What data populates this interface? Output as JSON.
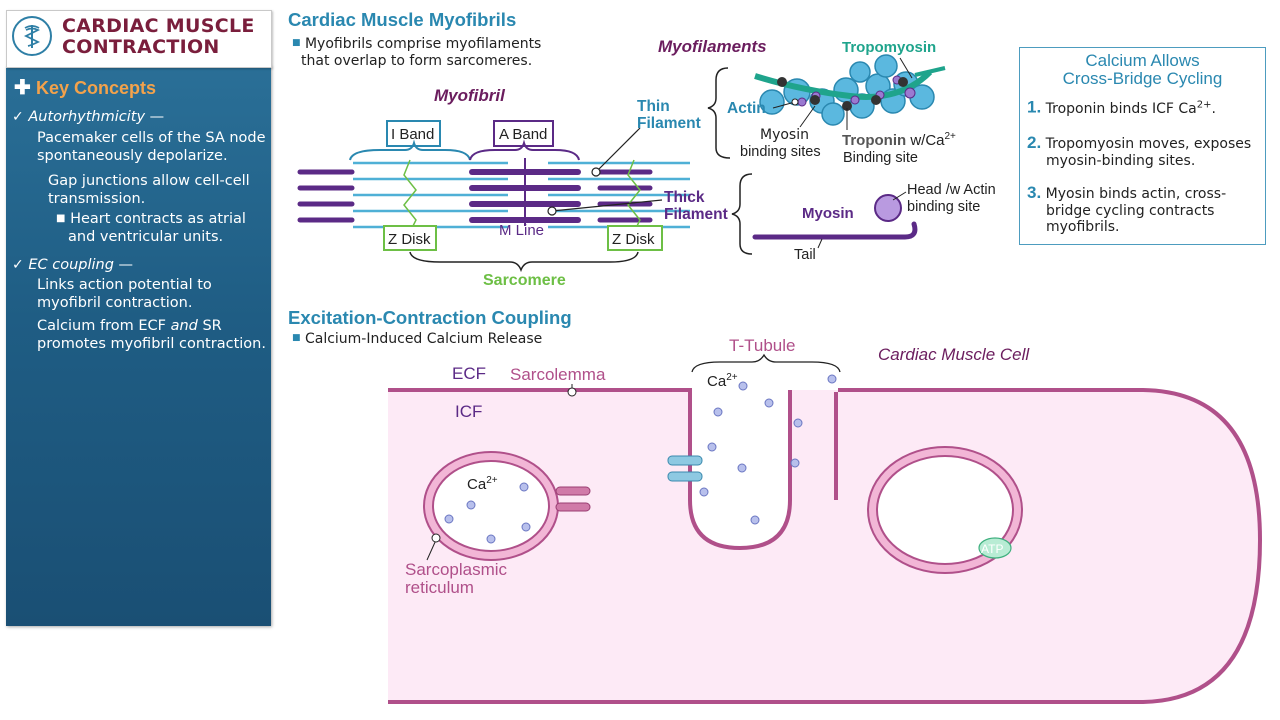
{
  "sidebar": {
    "title_line1": "CARDIAC MUSCLE",
    "title_line2": "CONTRACTION",
    "key_concepts": "Key Concepts",
    "auto_title": "Autorhythmicity",
    "auto_dash": " —",
    "auto_l1": "Pacemaker cells of the SA node",
    "auto_l2": "spontaneously depolarize.",
    "gap_l1": "Gap junctions allow cell-cell",
    "gap_l2": "transmission.",
    "heart_l1": "Heart contracts as atrial",
    "heart_l2": "and ventricular units.",
    "ec_title": "EC coupling",
    "ec_dash": " —",
    "ec_l1": "Links action potential to",
    "ec_l2": "myofibril contraction.",
    "ca_l1a": "Calcium from ECF ",
    "ca_l1b": "and",
    "ca_l1c": " SR",
    "ca_l2": "promotes myofibril contraction."
  },
  "myofibrils": {
    "heading": "Cardiac Muscle Myofibrils",
    "note_l1": "Myofibrils comprise myofilaments",
    "note_l2": "that overlap to form sarcomeres.",
    "myofibril_label": "Myofibril",
    "i_band": "I Band",
    "a_band": "A Band",
    "z_disk": "Z Disk",
    "m_line": "M Line",
    "sarcomere": "Sarcomere",
    "thin_l1": "Thin",
    "thin_l2": "Filament",
    "thick_l1": "Thick",
    "thick_l2": "Filament"
  },
  "myofilaments": {
    "heading": "Myofilaments",
    "tropomyosin": "Tropomyosin",
    "actin": "Actin",
    "myosin_sites_l1": "Myosin",
    "myosin_sites_l2": "binding sites",
    "troponin": "Troponin",
    "troponin_rest": " w/Ca",
    "troponin_sup": "2+",
    "troponin_l2": "Binding site",
    "myosin": "Myosin",
    "head_l1": "Head /w Actin",
    "head_l2": "binding site",
    "tail": "Tail"
  },
  "calcium_box": {
    "title_l1": "Calcium Allows",
    "title_l2": "Cross-Bridge Cycling",
    "steps": [
      {
        "n": "1.",
        "l1": "Troponin binds ICF Ca",
        "sup": "2+",
        "l1_end": ".",
        "l2": ""
      },
      {
        "n": "2.",
        "l1": "Tropomyosin moves, exposes",
        "sup": "",
        "l1_end": "",
        "l2": "myosin-binding sites."
      },
      {
        "n": "3.",
        "l1": "Myosin binds actin, cross-",
        "sup": "",
        "l1_end": "",
        "l2": "bridge cycling contracts",
        "l3": "myofibrils."
      }
    ]
  },
  "ecc": {
    "heading": "Excitation-Contraction Coupling",
    "note": "Calcium-Induced Calcium Release",
    "ecf": "ECF",
    "icf": "ICF",
    "sarcolemma": "Sarcolemma",
    "t_tubule": "T-Tubule",
    "cell_label": "Cardiac Muscle Cell",
    "ca": "Ca",
    "ca_sup": "2+",
    "sr_l1": "Sarcoplasmic",
    "sr_l2": "reticulum",
    "atp": "ATP"
  },
  "colors": {
    "blue": "#2a88b0",
    "purple": "#5b2a86",
    "maroon": "#7a1e3c",
    "magenta": "#b0508a",
    "green": "#6dbf45",
    "teal": "#1fa48c",
    "orange": "#f3a24b"
  }
}
